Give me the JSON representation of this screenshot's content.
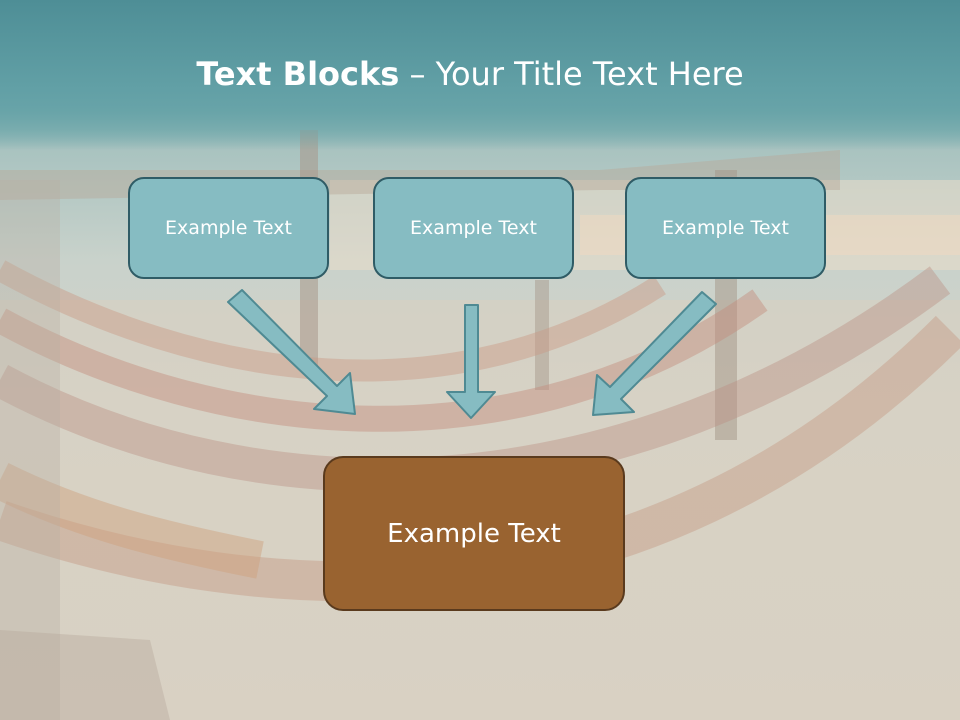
{
  "title": {
    "bold": "Text Blocks",
    "separator": " – ",
    "rest": "Your Title Text Here"
  },
  "blocks": [
    {
      "label": "Example Text"
    },
    {
      "label": "Example Text"
    },
    {
      "label": "Example Text"
    }
  ],
  "main_block": {
    "label": "Example Text"
  },
  "colors": {
    "header": "#5f9aa0",
    "box_fill": "#86bcc2",
    "box_border": "#2f5c66",
    "main_fill": "#996330",
    "main_border": "#5a3a1d",
    "arrow_fill": "#86bcc2"
  }
}
